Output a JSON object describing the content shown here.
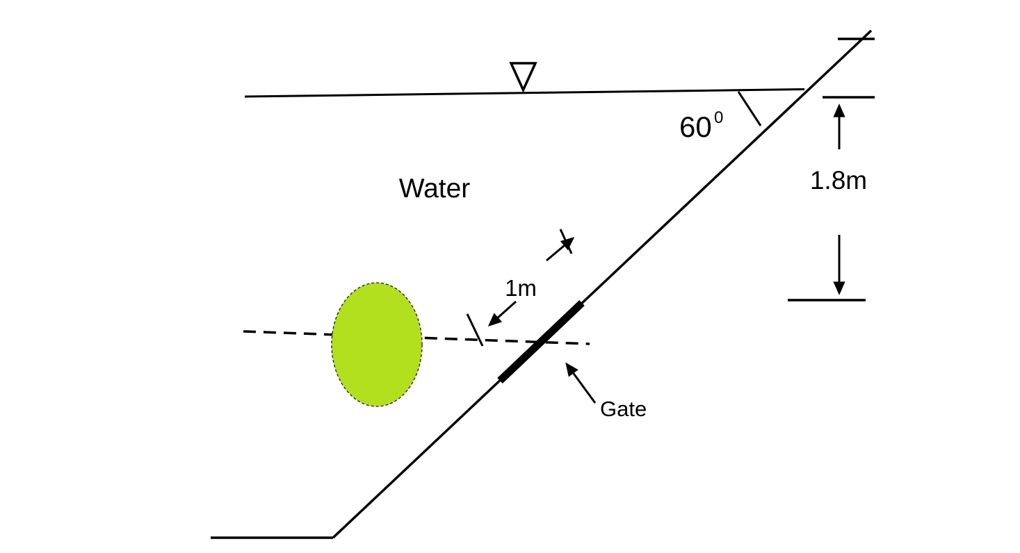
{
  "figure": {
    "type": "hydrostatics-inclined-gate-diagram",
    "labels": {
      "water_body": "Water",
      "angle_value": "60",
      "angle_superscript": "0",
      "vertical_depth": "1.8m",
      "distance_along_incline": "1m",
      "gate": "Gate"
    },
    "symbols": {
      "water_surface_marker_icon": "∇"
    },
    "colors": {
      "line_stroke": "#000000",
      "gate_projection_fill": "#b2e01f",
      "gate_projection_outline": "#1a1a1a",
      "background": "#ffffff"
    }
  }
}
